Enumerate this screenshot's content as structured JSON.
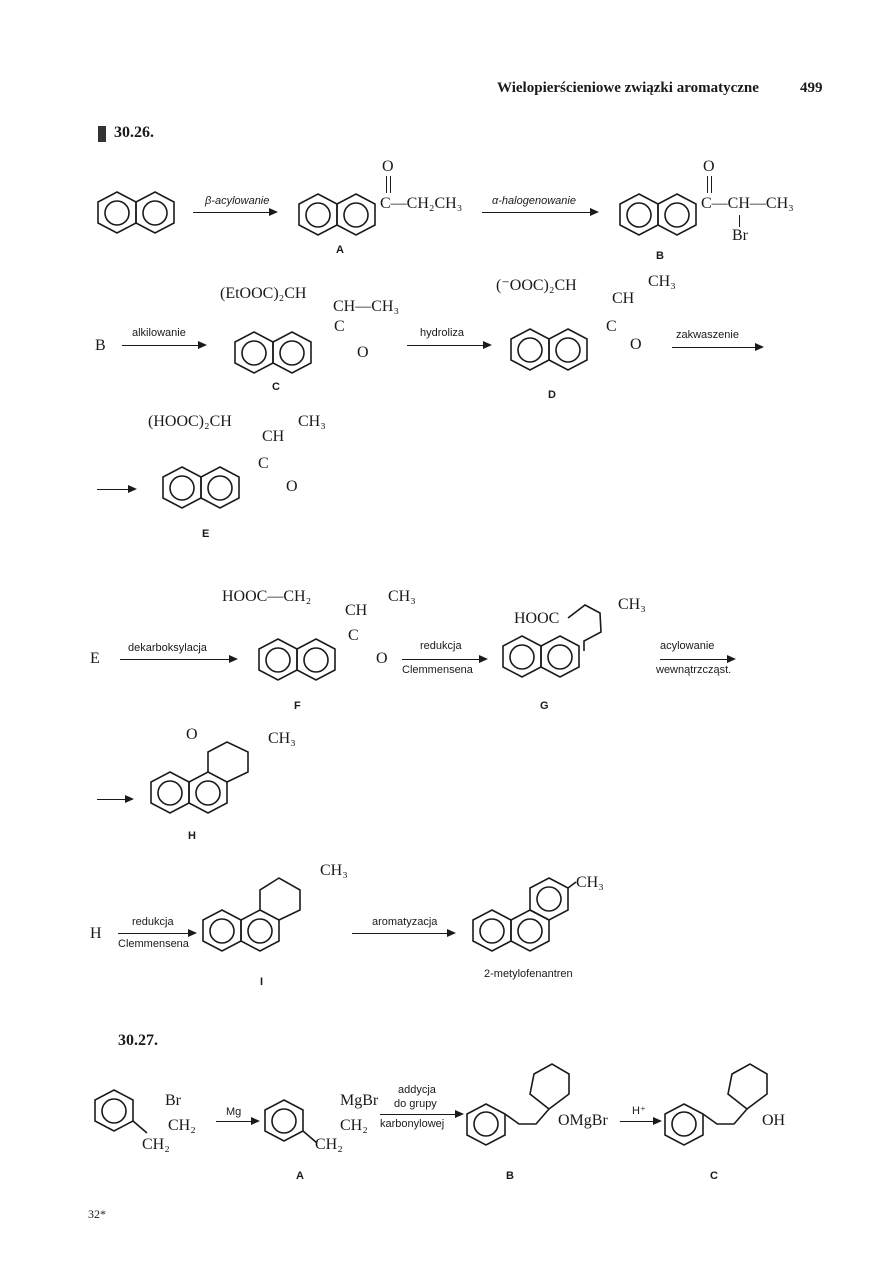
{
  "header": {
    "title": "Wielopierścieniowe związki aromatyczne",
    "page_number": "499"
  },
  "problem_30_26": {
    "number": "30.26.",
    "row1": {
      "arrow1": "β-acylowanie",
      "substituent_A": "C—CH₂CH₃",
      "oxygen_A": "O",
      "label_A": "A",
      "arrow2": "α-halogenowanie",
      "substituent_B": "C—CH—CH₃",
      "oxygen_B": "O",
      "bromine": "Br",
      "label_B": "B"
    },
    "row2": {
      "start": "B",
      "arrow1": "alkilowanie",
      "group_C": "(EtOOC)₂CH",
      "ch_C": "CH—CH₃",
      "c_C": "C",
      "o_C": "O",
      "label_C": "C",
      "arrow2": "hydroliza",
      "group_D": "(⁻OOC)₂CH",
      "ch_D": "CH",
      "ch3_D": "CH₃",
      "c_D": "C",
      "o_D": "O",
      "label_D": "D",
      "arrow3": "zakwaszenie"
    },
    "row3": {
      "group_E": "(HOOC)₂CH",
      "ch_E": "CH",
      "ch3_E": "CH₃",
      "c_E": "C",
      "o_E": "O",
      "label_E": "E"
    },
    "row4": {
      "start": "E",
      "arrow1": "dekarboksylacja",
      "group_F": "HOOC—CH₂",
      "ch_F": "CH",
      "ch3_F": "CH₃",
      "c_F": "C",
      "o_F": "O",
      "label_F": "F",
      "arrow2_top": "redukcja",
      "arrow2_bottom": "Clemmensena",
      "group_G": "HOOC",
      "ch3_G": "CH₃",
      "label_G": "G",
      "arrow3_top": "acylowanie",
      "arrow3_bottom": "wewnątrzcząst."
    },
    "row5": {
      "o_H": "O",
      "ch3_H": "CH₃",
      "label_H": "H"
    },
    "row6": {
      "start": "H",
      "arrow1_top": "redukcja",
      "arrow1_bottom": "Clemmensena",
      "ch3_I": "CH₃",
      "label_I": "I",
      "arrow2": "aromatyzacja",
      "ch3_final": "CH₃",
      "name_final": "2-metylofenantren"
    }
  },
  "problem_30_27": {
    "number": "30.27.",
    "br": "Br",
    "ch2_a": "CH₂",
    "ch2_b": "CH₂",
    "arrow1": "Mg",
    "mgbr": "MgBr",
    "ch2_c": "CH₂",
    "ch2_d": "CH₂",
    "label_A": "A",
    "arrow2_l1": "addycja",
    "arrow2_l2": "do grupy",
    "arrow2_l3": "karbonylowej",
    "omgbr": "OMgBr",
    "label_B": "B",
    "arrow3": "H⁺",
    "oh": "OH",
    "label_C": "C"
  },
  "footer": {
    "signature": "32*"
  }
}
